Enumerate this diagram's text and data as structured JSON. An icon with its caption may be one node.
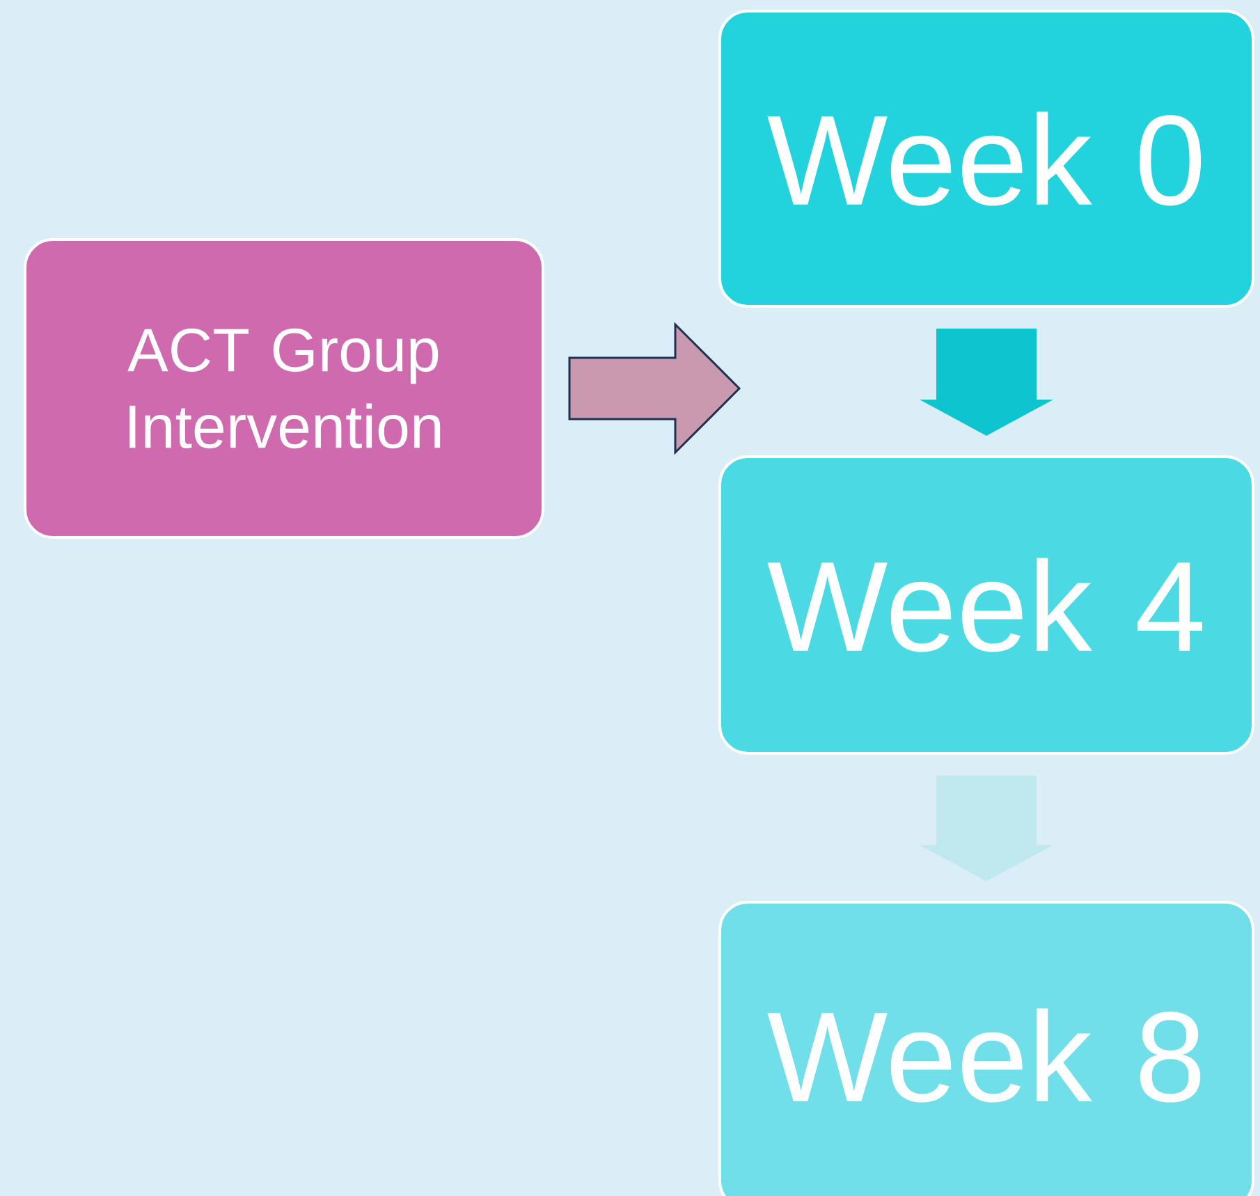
{
  "diagram": {
    "nodes": [
      {
        "text": [
          "ACT Group Intervention"
        ]
      },
      {
        "text": [
          "Week 0"
        ]
      },
      {
        "text": [
          "Week 4"
        ]
      },
      {
        "text": [
          "Week 8"
        ]
      }
    ],
    "edges": [
      {
        "from": 0,
        "to": null,
        "arrow": "to",
        "color": "#c999b0"
      },
      {
        "from": 1,
        "to": 2,
        "arrow": "to",
        "color": "#0ec4cf"
      },
      {
        "from": 2,
        "to": 3,
        "arrow": "to",
        "color": "#bfe9ef"
      }
    ]
  }
}
